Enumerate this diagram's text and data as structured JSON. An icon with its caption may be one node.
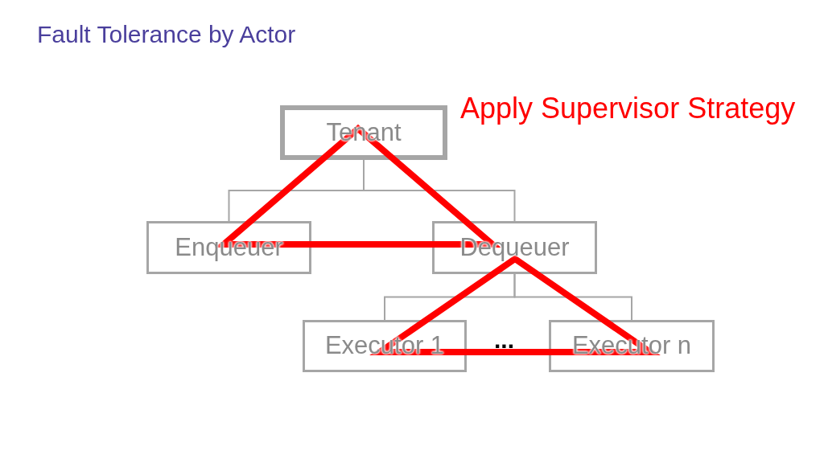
{
  "diagram": {
    "title": "Fault Tolerance by Actor",
    "nodes": [
      {
        "text": [
          "Tenant"
        ]
      },
      {
        "text": [
          "Enqueuer"
        ]
      },
      {
        "text": [
          "Dequeuer"
        ]
      },
      {
        "text": [
          "Executor 1"
        ]
      },
      {
        "text": [
          "Executor n"
        ]
      }
    ],
    "edges": [
      {
        "from": 0,
        "to": 1,
        "arrow": "none"
      },
      {
        "from": 0,
        "to": 2,
        "arrow": "none"
      },
      {
        "from": 2,
        "to": 3,
        "arrow": "none"
      },
      {
        "from": 2,
        "to": 4,
        "arrow": "none"
      }
    ],
    "labels": [
      "Apply Supervisor Strategy",
      "..."
    ]
  }
}
